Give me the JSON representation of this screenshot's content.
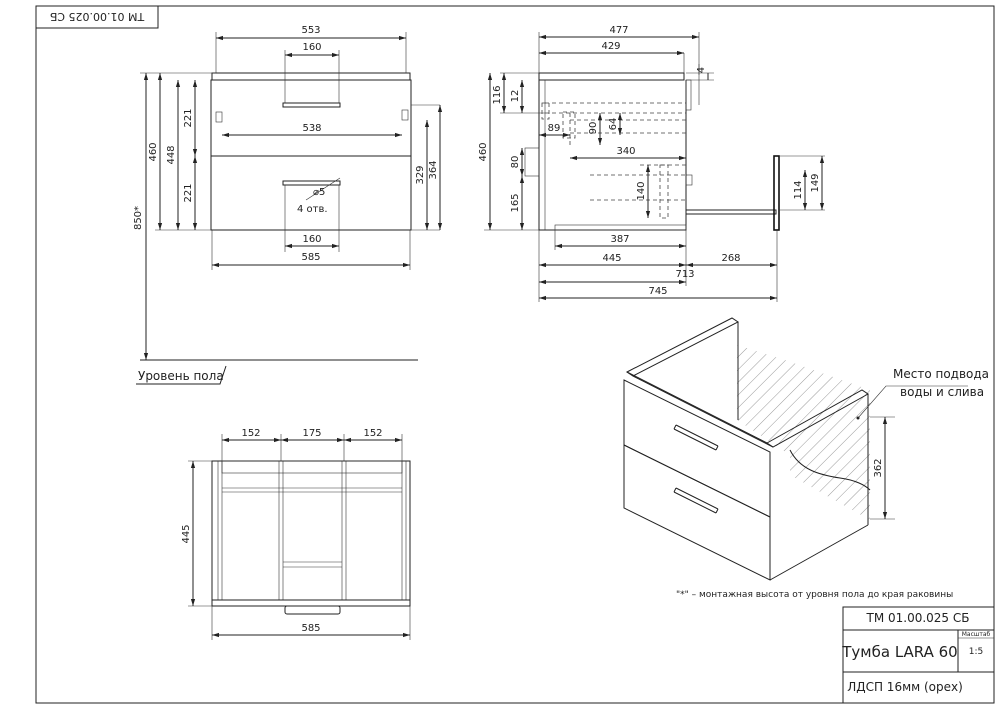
{
  "stamp_top": "ТМ 01.00.025 СБ",
  "front_view": {
    "dims": {
      "w553": "553",
      "h160a": "160",
      "w538": "538",
      "w160b": "160",
      "w585": "585",
      "h221a": "221",
      "h221b": "221",
      "h448": "448",
      "h460": "460",
      "h850": "850*",
      "h329": "329",
      "h364": "364",
      "holes": "4 отв.",
      "dia": "⌀5"
    },
    "floor_label": "Уровень пола"
  },
  "side_view": {
    "dims": {
      "w477": "477",
      "w429": "429",
      "d4": "4",
      "h116": "116",
      "h12": "12",
      "h460": "460",
      "w89": "89",
      "h90": "90",
      "h64": "64",
      "w340": "340",
      "h80": "80",
      "h165": "165",
      "h140": "140",
      "w387": "387",
      "w445": "445",
      "w268": "268",
      "w713": "713",
      "w745": "745",
      "h114": "114",
      "h149": "149"
    }
  },
  "top_view": {
    "dims": {
      "w152a": "152",
      "w175": "175",
      "w152b": "152",
      "h445": "445",
      "w585": "585"
    }
  },
  "iso_view": {
    "callout": [
      "Место подвода",
      "воды и слива"
    ],
    "dim362": "362"
  },
  "footnote": "\"*\" – монтажная высота от уровня пола до края раковины",
  "title_block": {
    "code": "ТМ 01.00.025 СБ",
    "name": "Тумба LARA 60",
    "scale_label": "Масштаб",
    "scale": "1:5",
    "material": "ЛДСП 16мм (орех)"
  }
}
